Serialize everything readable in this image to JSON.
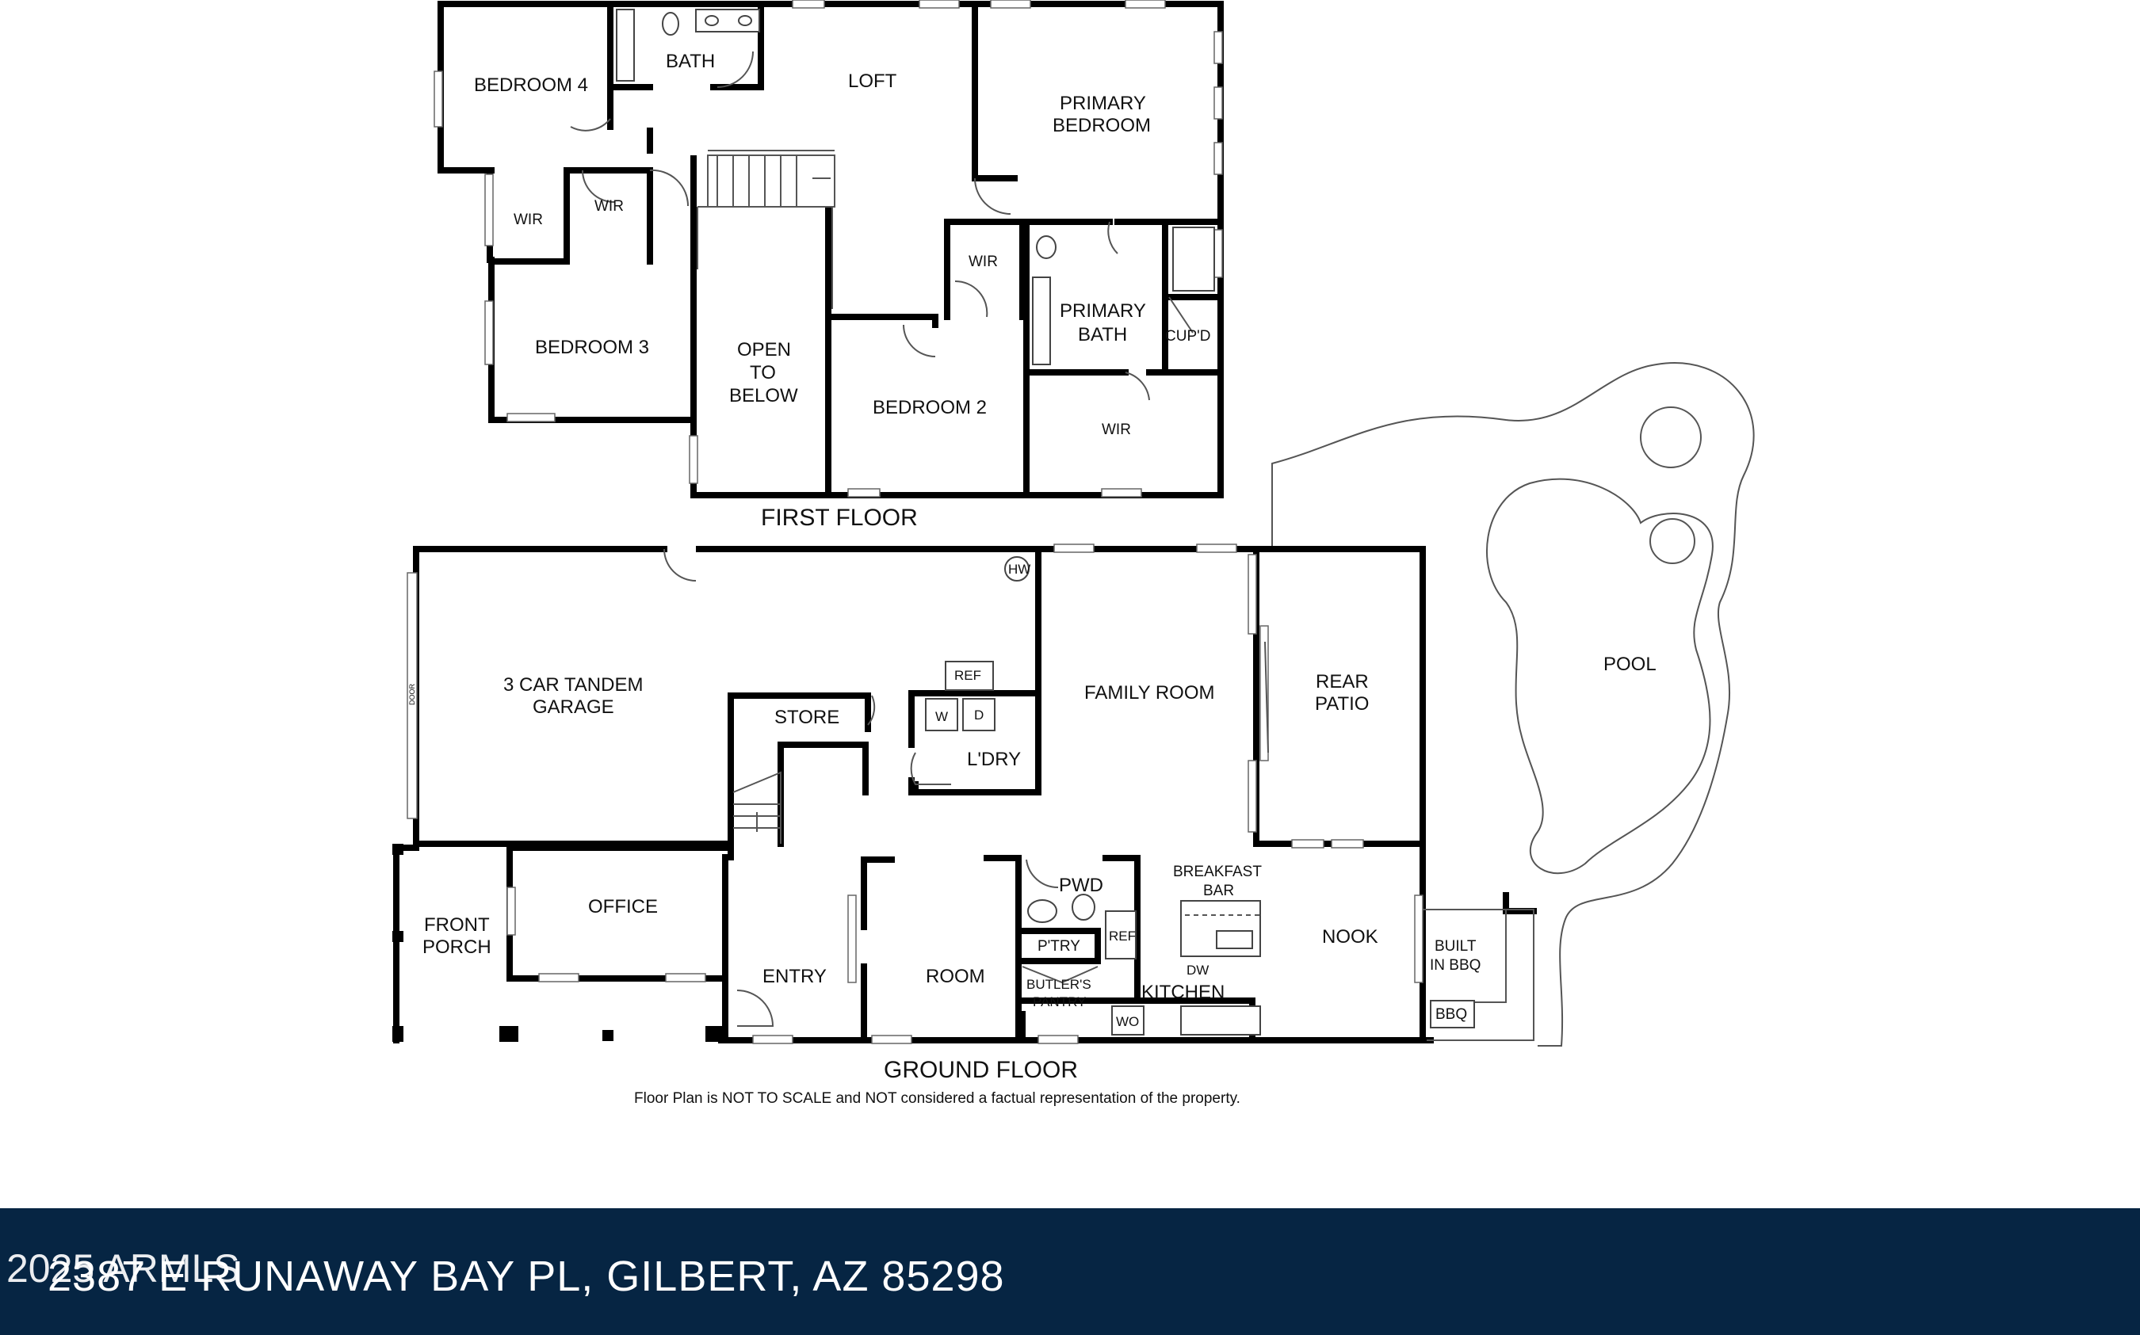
{
  "floors": {
    "first": {
      "label": "FIRST FLOOR",
      "rooms": {
        "bedroom4": "BEDROOM 4",
        "bath": "BATH",
        "loft": "LOFT",
        "primary_bedroom_1": "PRIMARY",
        "primary_bedroom_2": "BEDROOM",
        "wir_a": "WIR",
        "wir_b": "WIR",
        "wir_c": "WIR",
        "wir_d": "WIR",
        "bedroom3": "BEDROOM 3",
        "open_1": "OPEN",
        "open_2": "TO",
        "open_3": "BELOW",
        "bedroom2": "BEDROOM 2",
        "primary_bath_1": "PRIMARY",
        "primary_bath_2": "BATH",
        "cupd": "CUP'D"
      }
    },
    "ground": {
      "label": "GROUND FLOOR",
      "rooms": {
        "garage_1": "3 CAR TANDEM",
        "garage_2": "GARAGE",
        "hw": "HW",
        "ref_laundry": "REF",
        "store": "STORE",
        "washer": "W",
        "dryer": "D",
        "laundry": "L'DRY",
        "family_room": "FAMILY ROOM",
        "rear_patio_1": "REAR",
        "rear_patio_2": "PATIO",
        "pool": "POOL",
        "front_porch_1": "FRONT",
        "front_porch_2": "PORCH",
        "office": "OFFICE",
        "entry": "ENTRY",
        "room": "ROOM",
        "pwd": "PWD",
        "pantry": "P'TRY",
        "ref_kitchen": "REF",
        "butlers_1": "BUTLER'S",
        "butlers_2": "PANTRY",
        "breakfast_1": "BREAKFAST",
        "breakfast_2": "BAR",
        "dw": "DW",
        "kitchen": "KITCHEN",
        "wo": "WO",
        "nook": "NOOK",
        "built_in_1": "BUILT",
        "built_in_2": "IN BBQ",
        "bbq": "BBQ",
        "garage_door": "DOOR"
      }
    }
  },
  "disclaimer": "Floor Plan is NOT TO SCALE and NOT considered a factual representation of the property.",
  "footer": {
    "address": "2387 E RUNAWAY BAY PL, GILBERT, AZ 85298",
    "copyright": "2025 ARMLS"
  },
  "colors": {
    "footer_bg": "#062543",
    "wall": "#000000",
    "footer_text": "#ffffff"
  }
}
